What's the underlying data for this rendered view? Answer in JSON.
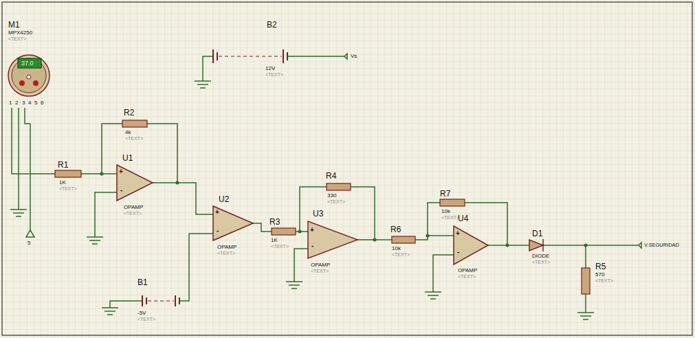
{
  "diagram": {
    "labels": [
      "M1",
      "MPX4250",
      "<TEXT>",
      "37.0",
      "1",
      "2",
      "3",
      "4",
      "5",
      "6",
      "5",
      "B2",
      "12V",
      "<TEXT>",
      "Vs",
      "R2",
      "4k",
      "<TEXT>",
      "R1",
      "1K",
      "<TEXT>",
      "U1",
      "+",
      "-",
      "OPAMP",
      "<TEXT>",
      "U2",
      "+",
      "-",
      "OPAMP",
      "<TEXT>",
      "R3",
      "1K",
      "<TEXT>",
      "U3",
      "+",
      "-",
      "OPAMP",
      "<TEXT>",
      "R4",
      "330",
      "<TEXT>",
      "R6",
      "10k",
      "<TEXT>",
      "R7",
      "10k",
      "<TEXT>",
      "U4",
      "+",
      "-",
      "OPAMP",
      "<TEXT>",
      "D1",
      "DIODE",
      "<TEXT>",
      "R5",
      "570",
      "<TEXT>",
      "V.SEGURIDAD",
      "B1",
      "-5V",
      "<TEXT>"
    ]
  }
}
